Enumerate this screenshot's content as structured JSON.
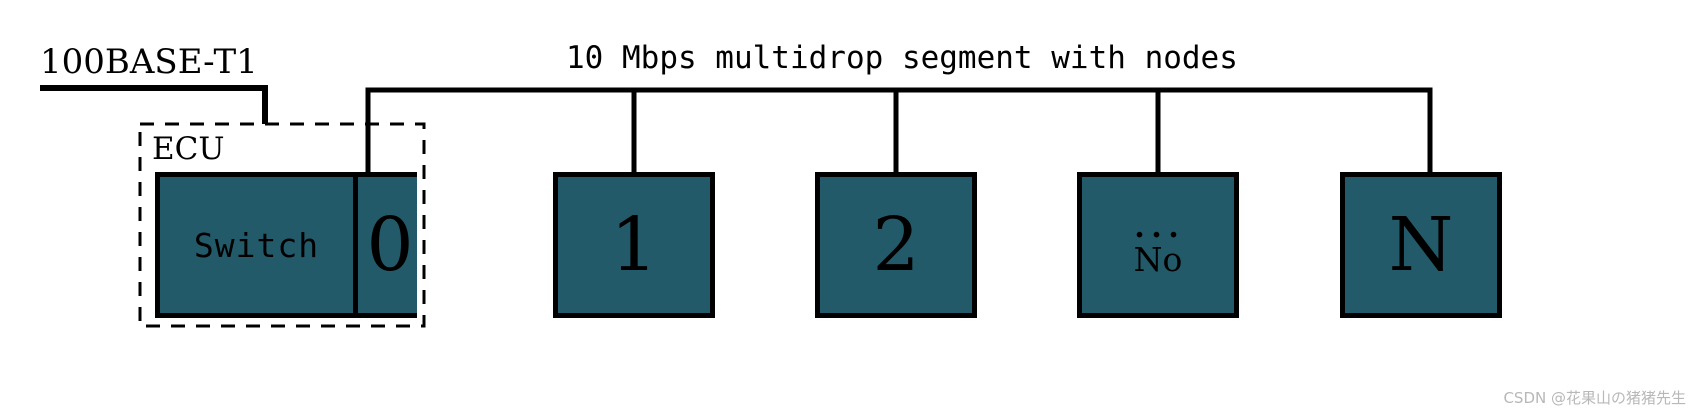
{
  "diagram": {
    "title": "10 Mbps multidrop segment with nodes",
    "uplink_label": "100BASE-T1",
    "enclosure_label": "ECU",
    "watermark": "CSDN @花果山の猪猪先生",
    "colors": {
      "node_fill": "#235a69",
      "stroke": "#000000",
      "background": "#ffffff",
      "watermark": "#b8b8b8"
    },
    "switch_cell_label": "Switch",
    "nodes": [
      {
        "label": "0",
        "sublabel": ""
      },
      {
        "label": "1",
        "sublabel": ""
      },
      {
        "label": "2",
        "sublabel": ""
      },
      {
        "label": "...",
        "sublabel": "No"
      },
      {
        "label": "N",
        "sublabel": ""
      }
    ]
  }
}
